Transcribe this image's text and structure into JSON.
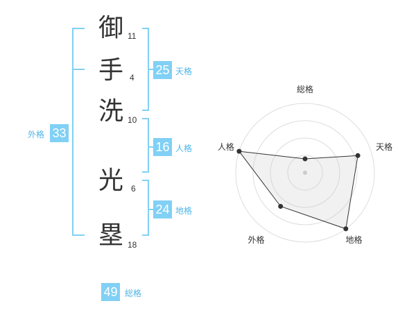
{
  "accent_color": "#81d0f5",
  "label_color": "#4fb6e8",
  "name_characters": [
    {
      "char": "御",
      "strokes": "11"
    },
    {
      "char": "手",
      "strokes": "4"
    },
    {
      "char": "洗",
      "strokes": "10"
    },
    {
      "char": "光",
      "strokes": "6"
    },
    {
      "char": "塁",
      "strokes": "18"
    }
  ],
  "fortunes": {
    "tenkaku": {
      "value": "25",
      "label": "天格"
    },
    "jinkaku": {
      "value": "16",
      "label": "人格"
    },
    "chikaku": {
      "value": "24",
      "label": "地格"
    },
    "gaikaku": {
      "value": "33",
      "label": "外格"
    },
    "soukaku": {
      "value": "49",
      "label": "総格"
    }
  },
  "chart_data": {
    "type": "radar",
    "axes": [
      "総格",
      "天格",
      "地格",
      "外格",
      "人格"
    ],
    "range": [
      0,
      5
    ],
    "rings": 4,
    "values": [
      1,
      4,
      5,
      3,
      5
    ]
  }
}
